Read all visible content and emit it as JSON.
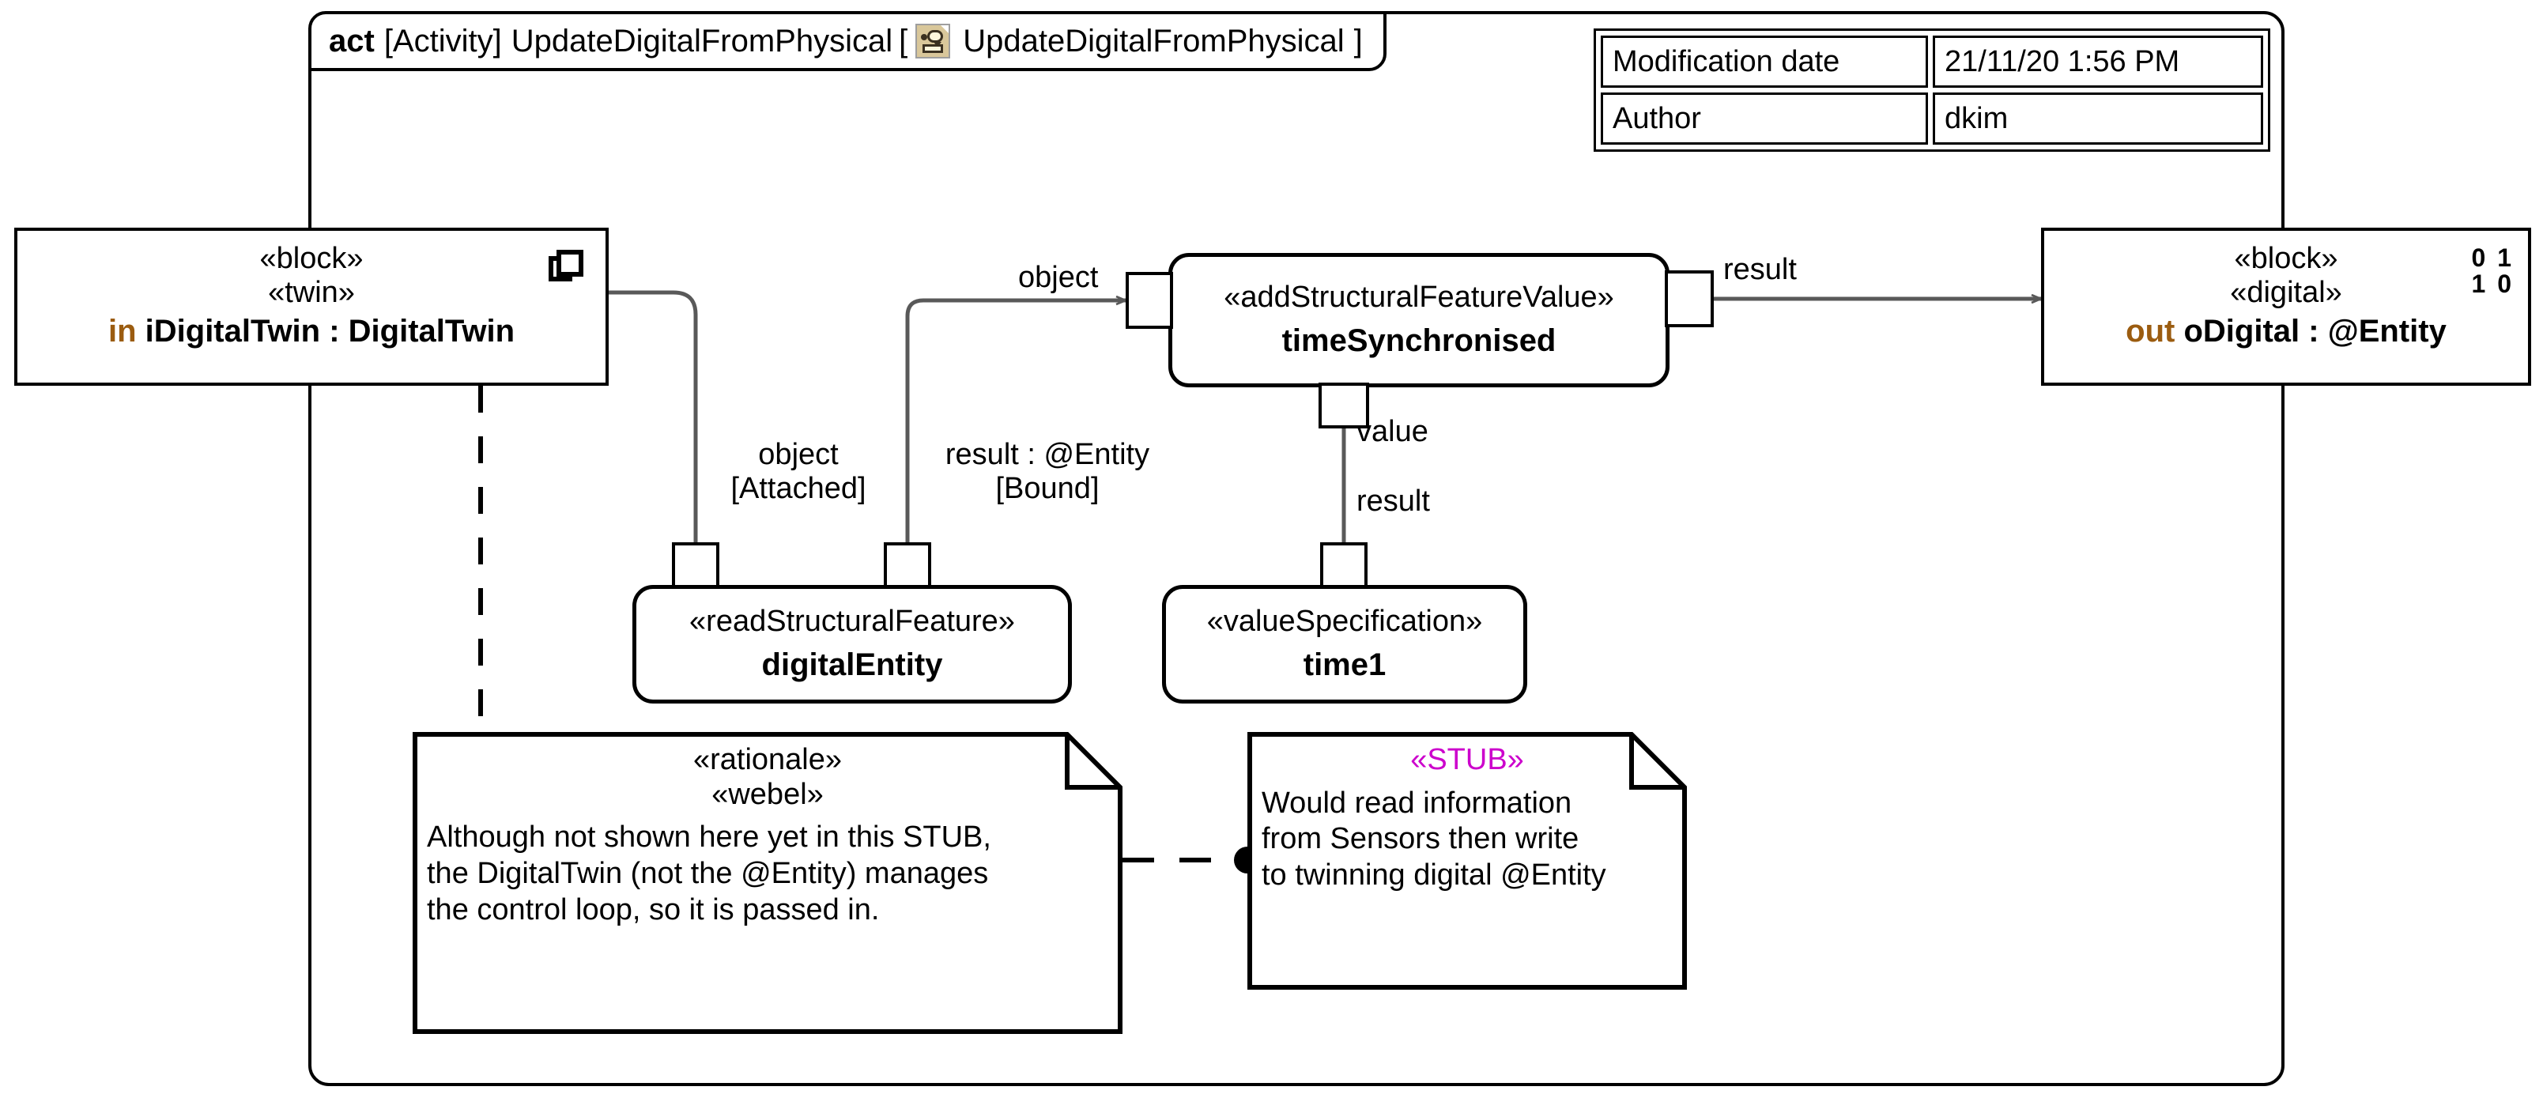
{
  "diagram": {
    "frame": {
      "keyword": "act",
      "metaclass": "[Activity]",
      "name": "UpdateDigitalFromPhysical",
      "bracket_open": "[",
      "bracket_close": "]",
      "diagram_name": "UpdateDigitalFromPhysical",
      "icon": "activity-diagram-icon"
    },
    "meta_table": {
      "rows": [
        {
          "key": "Modification date",
          "value": "21/11/20 1:56 PM"
        },
        {
          "key": "Author",
          "value": "dkim"
        }
      ]
    },
    "blocks": {
      "input": {
        "stereotype1": "«block»",
        "stereotype2": "«twin»",
        "direction": "in",
        "name": "iDigitalTwin : DigitalTwin",
        "icon": "copy-icon"
      },
      "output": {
        "stereotype1": "«block»",
        "stereotype2": "«digital»",
        "direction": "out",
        "name": "oDigital : @Entity",
        "icon": "binary-digital-icon",
        "icon_line1": "0 1",
        "icon_line2": "1 0"
      }
    },
    "actions": [
      {
        "id": "timeSynchronised",
        "stereotype": "«addStructuralFeatureValue»",
        "name": "timeSynchronised"
      },
      {
        "id": "digitalEntity",
        "stereotype": "«readStructuralFeature»",
        "name": "digitalEntity"
      },
      {
        "id": "time1",
        "stereotype": "«valueSpecification»",
        "name": "time1"
      }
    ],
    "edge_labels": {
      "object_top": "object",
      "object_attached_l1": "object",
      "object_attached_l2": "[Attached]",
      "result_bound_l1": "result : @Entity",
      "result_bound_l2": "[Bound]",
      "value": "value",
      "result_from_value": "result",
      "result_out": "result"
    },
    "notes": [
      {
        "id": "rationale",
        "stereotype1": "«rationale»",
        "stereotype2": "«webel»",
        "lines": [
          "Although not shown here yet in this STUB,",
          "the DigitalTwin (not the @Entity) manages",
          "the control loop, so it is passed in."
        ]
      },
      {
        "id": "stub",
        "stereotype1": "«STUB»",
        "lines": [
          "Would read information",
          "from Sensors then write",
          "to twinning digital @Entity"
        ]
      }
    ],
    "colors": {
      "direction_keyword": "#9b5c10",
      "stub_stereotype": "#cc00cc",
      "edge_line": "#595959",
      "outline": "#000000",
      "icon_fill": "#d9c79a"
    }
  }
}
